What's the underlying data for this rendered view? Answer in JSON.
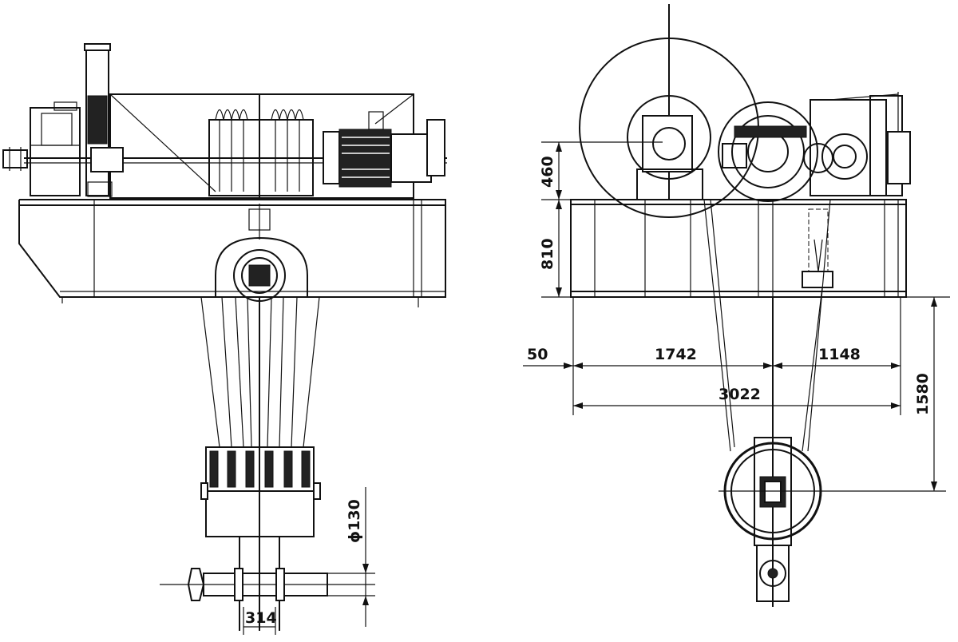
{
  "dimensions": {
    "d_314": "314",
    "d_130": "ϕ130",
    "d_460": "460",
    "d_810": "810",
    "d_50": "50",
    "d_1742": "1742",
    "d_1148": "1148",
    "d_3022": "3022",
    "d_1580": "1580"
  }
}
